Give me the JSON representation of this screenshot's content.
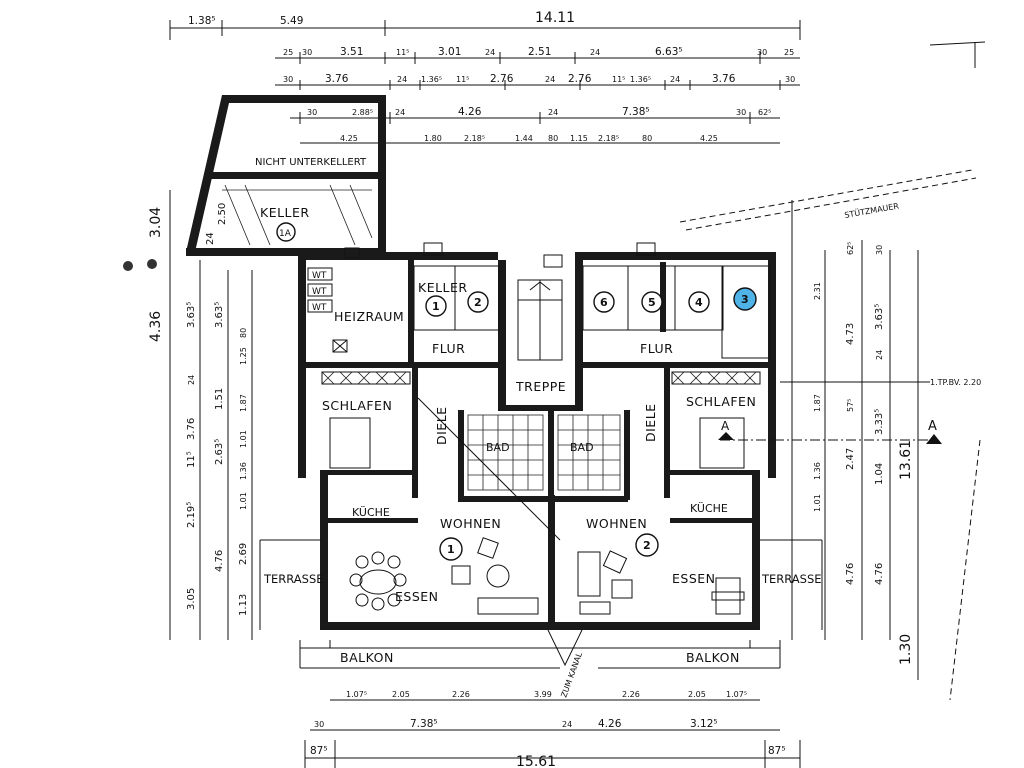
{
  "top_dims": {
    "row1": [
      "1.38⁵",
      "5.49",
      "14.11"
    ],
    "row2": [
      "25",
      "30",
      "3.51",
      "11⁵",
      "3.01",
      "24",
      "2.51",
      "24",
      "6.63⁵",
      "30",
      "25"
    ],
    "row3": [
      "30",
      "3.76",
      "24",
      "1.36⁵",
      "11⁵",
      "2.76",
      "24",
      "2.76",
      "11⁵",
      "1.36⁵",
      "24",
      "3.76",
      "30"
    ],
    "row4": [
      "30",
      "2.88⁵",
      "24",
      "4.26",
      "24",
      "7.38⁵",
      "30",
      "62⁵"
    ],
    "row5": [
      "4.25",
      "1.80",
      "2.18⁵",
      "1.44",
      "80",
      "1.15",
      "2.18⁵",
      "80",
      "4.25"
    ]
  },
  "bottom_dims": {
    "row1": [
      "1.07⁵",
      "2.05",
      "2.26",
      "3.99",
      "2.26",
      "2.05",
      "1.07⁵"
    ],
    "row2": [
      "30",
      "7.38⁵",
      "24",
      "4.26",
      "3.12⁵"
    ],
    "row3": [
      "87⁵",
      "15.61",
      "87⁵"
    ]
  },
  "left_dims": [
    "3.04",
    "4.36",
    "3.63⁵",
    "3.63⁵",
    "3.76",
    "1.51",
    "2.63⁵",
    "11⁵",
    "2.19⁵",
    "4.76",
    "3.05",
    "1.13",
    "2.69",
    "1.25",
    "80",
    "1.87",
    "1.01",
    "1.36",
    "1.01",
    "24"
  ],
  "right_dims": [
    "13.61",
    "1.30",
    "4.73",
    "3.63⁵",
    "3.33⁵",
    "4.76",
    "4.76",
    "1.04",
    "2.47",
    "2.31",
    "62⁵",
    "30",
    "24",
    "1.87",
    "1.36",
    "1.01",
    "57⁵"
  ],
  "rooms": {
    "nicht_unterkellert": "NICHT UNTERKELLERT",
    "keller_top": "KELLER",
    "keller_badge": "1A",
    "heizraum": "HEIZRAUM",
    "keller_small": "KELLER",
    "flur_left": "FLUR",
    "flur_right": "FLUR",
    "treppe": "TREPPE",
    "schlafen_left": "SCHLAFEN",
    "schlafen_right": "SCHLAFEN",
    "diele_left": "DIELE",
    "diele_right": "DIELE",
    "bad_left": "BAD",
    "bad_right": "BAD",
    "kueche_left": "KÜCHE",
    "kueche_right": "KÜCHE",
    "wohnen_left": "WOHNEN",
    "wohnen_right": "WOHNEN",
    "essen_left": "ESSEN",
    "essen_right": "ESSEN",
    "terrasse_left": "TERRASSE",
    "terrasse_right": "TERRASSE",
    "balkon_left": "BALKON",
    "balkon_right": "BALKON",
    "wt1": "WT",
    "wt2": "WT",
    "wt3": "WT",
    "stuetzmauer": "STÜTZMAUER",
    "zum_kanal": "ZUM KANAL",
    "section_mark": "A",
    "section_note": "1.TP.BV. 2.20"
  },
  "units": {
    "u1": "1",
    "u2": "2",
    "c1": "1",
    "c2": "2",
    "c3": "3",
    "c4": "4",
    "c5": "5",
    "c6": "6"
  },
  "colors": {
    "highlight": "#4fb3e8",
    "ink": "#1a1a1a",
    "paper": "#ffffff"
  }
}
